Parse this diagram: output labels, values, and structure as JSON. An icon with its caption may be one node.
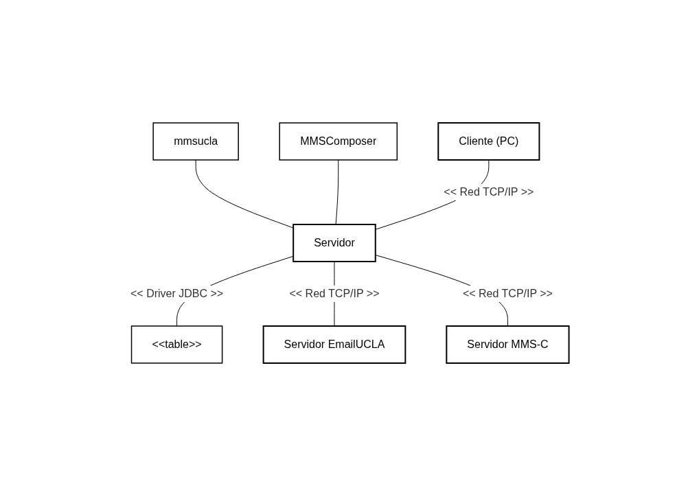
{
  "diagram": {
    "nodes": [
      {
        "text": [
          "mmsucla"
        ]
      },
      {
        "text": [
          "MMSComposer"
        ]
      },
      {
        "text": [
          "<<table>>"
        ]
      },
      {
        "text": [
          "Servidor"
        ]
      },
      {
        "text": [
          "Cliente (PC)"
        ]
      },
      {
        "text": [
          "Servidor MMS-C"
        ]
      },
      {
        "text": [
          "Servidor EmailUCLA"
        ]
      }
    ],
    "edges": [
      {
        "from": 0,
        "to": 3,
        "arrow": "none"
      },
      {
        "from": 1,
        "to": 3,
        "arrow": "none"
      },
      {
        "from": 3,
        "to": 2,
        "arrow": "none",
        "label": "<< Driver JDBC >>"
      },
      {
        "from": 4,
        "to": 3,
        "arrow": "none",
        "label": "<< Red TCP/IP >>"
      },
      {
        "from": 3,
        "to": 6,
        "arrow": "none",
        "label": "<< Red TCP/IP >>"
      },
      {
        "from": 3,
        "to": 5,
        "arrow": "none",
        "label": "<< Red TCP/IP >>"
      }
    ]
  }
}
